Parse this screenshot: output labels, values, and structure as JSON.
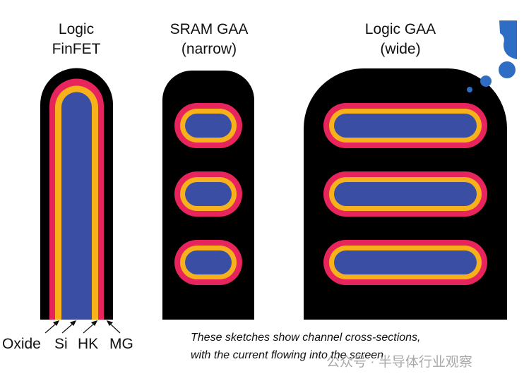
{
  "titles": {
    "finfet": [
      "Logic",
      "FinFET"
    ],
    "sram": [
      "SRAM GAA",
      "(narrow)"
    ],
    "logic_gaa": [
      "Logic GAA",
      "(wide)"
    ]
  },
  "layer_labels": [
    "Oxide",
    "Si",
    "HK",
    "MG"
  ],
  "caption": [
    "These sketches show channel cross-sections,",
    "with the current flowing into the screen"
  ],
  "watermark": "公众号 · 半导体行业观察",
  "colors": {
    "metal_gate": "#000000",
    "oxide": "#e8245c",
    "high_k": "#f7b21b",
    "silicon": "#3a4fa3",
    "logo": "#2f6cc4"
  }
}
